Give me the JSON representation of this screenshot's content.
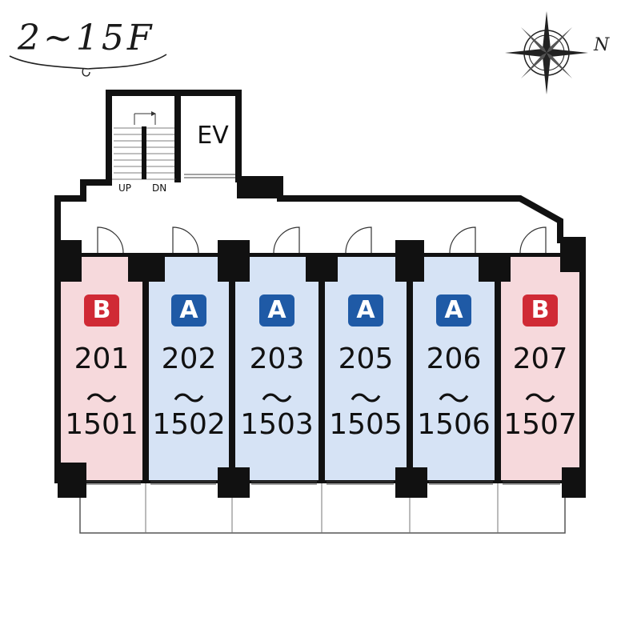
{
  "floor_label": "2~15F",
  "compass": {
    "icon": "compass-rose-icon",
    "north_label": "N"
  },
  "core": {
    "elevator_label": "EV",
    "stair_up_label": "UP",
    "stair_down_label": "DN"
  },
  "unit_types": {
    "A": {
      "label": "A",
      "badge_color": "#1f5aa6",
      "fill_color": "#d6e3f5"
    },
    "B": {
      "label": "B",
      "badge_color": "#d02a35",
      "fill_color": "#f6d9dc"
    }
  },
  "units": [
    {
      "type": "B",
      "start": "201",
      "separator": "～",
      "end": "1501"
    },
    {
      "type": "A",
      "start": "202",
      "separator": "～",
      "end": "1502"
    },
    {
      "type": "A",
      "start": "203",
      "separator": "～",
      "end": "1503"
    },
    {
      "type": "A",
      "start": "205",
      "separator": "～",
      "end": "1505"
    },
    {
      "type": "A",
      "start": "206",
      "separator": "～",
      "end": "1506"
    },
    {
      "type": "B",
      "start": "207",
      "separator": "～",
      "end": "1507"
    }
  ]
}
